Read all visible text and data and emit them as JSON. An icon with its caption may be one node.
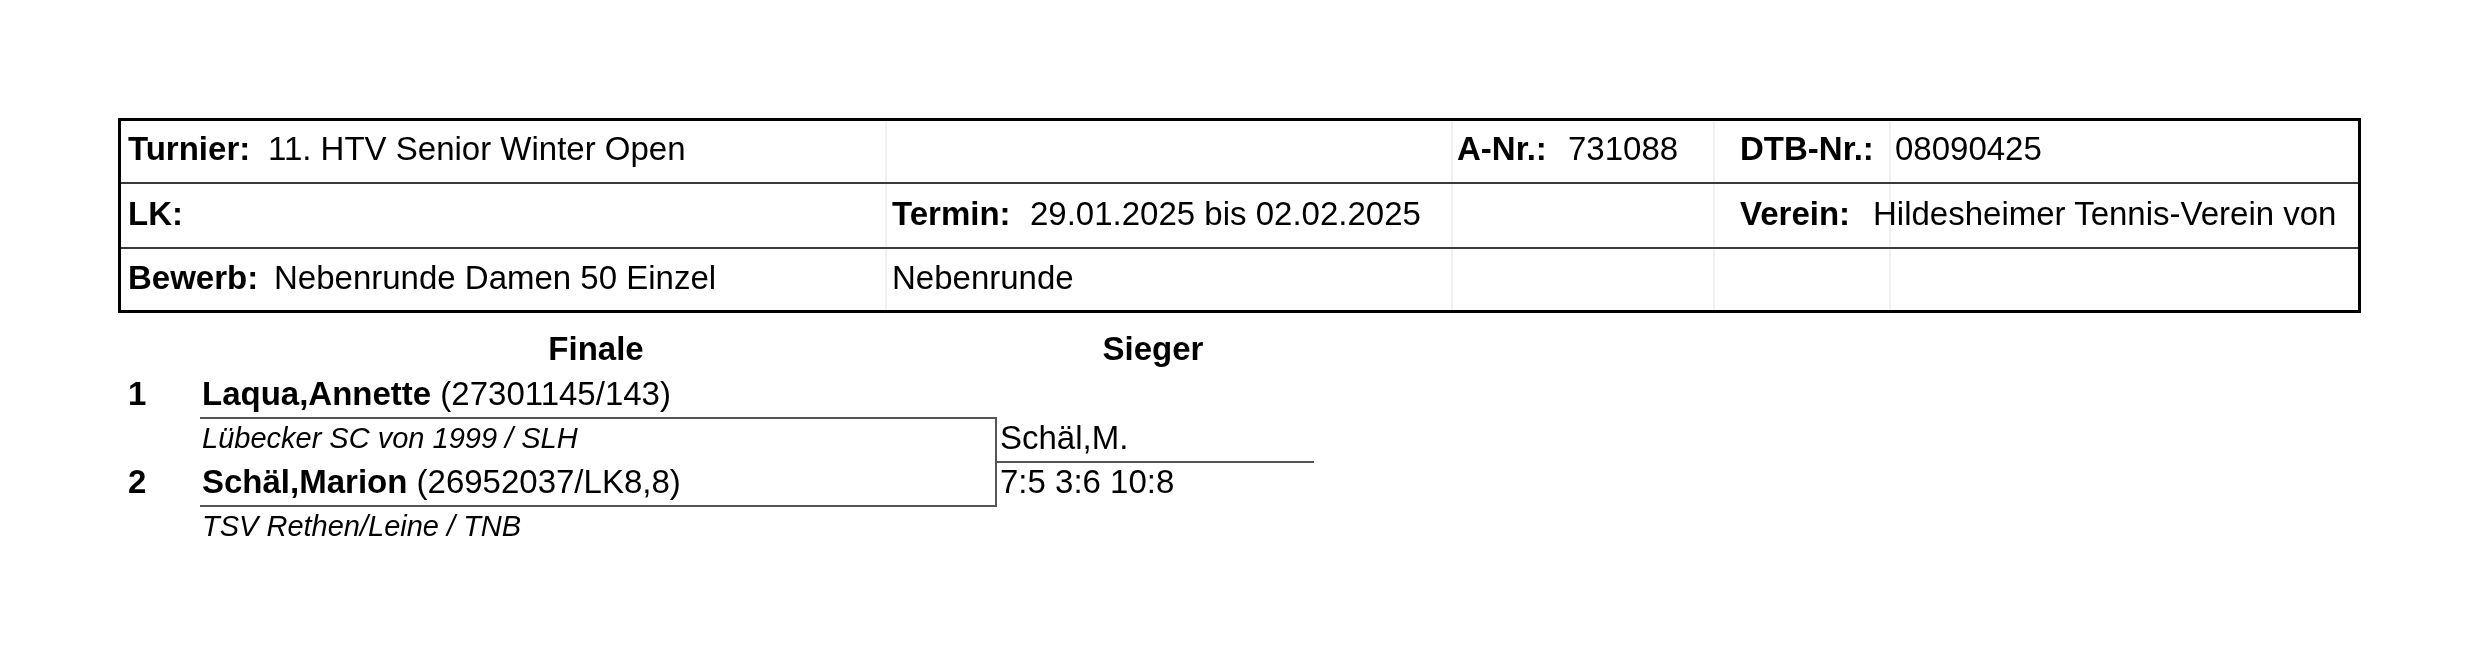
{
  "diagram": {
    "nodes": [
      {
        "text": [
          "**Laqua,Annette** (27301145/143)",
          "Lübecker SC von 1999 / SLH"
        ],
        "beside": [
          "1"
        ]
      },
      {
        "text": [
          "**Schäl,Marion** (26952037/LK8,8)",
          "TSV Rethen/Leine / TNB"
        ],
        "beside": [
          "2"
        ]
      },
      {
        "text": [
          "Schäl,M.",
          "7:5 3:6 10:8"
        ]
      }
    ],
    "edges": [
      {
        "from": 0,
        "to": 2,
        "arrow": "none"
      },
      {
        "from": 1,
        "to": 2,
        "arrow": "none"
      }
    ],
    "labels": [
      "Turnier:",
      "11. HTV Senior Winter Open",
      "A-Nr.:",
      "731088",
      "DTB-Nr.:",
      "08090425",
      "LK:",
      "Termin:",
      "29.01.2025 bis 02.02.2025",
      "Verein:",
      "Hildesheimer Tennis-Verein von",
      "Bewerb:",
      "Nebenrunde Damen 50 Einzel",
      "Nebenrunde",
      "Finale",
      "Sieger"
    ]
  }
}
